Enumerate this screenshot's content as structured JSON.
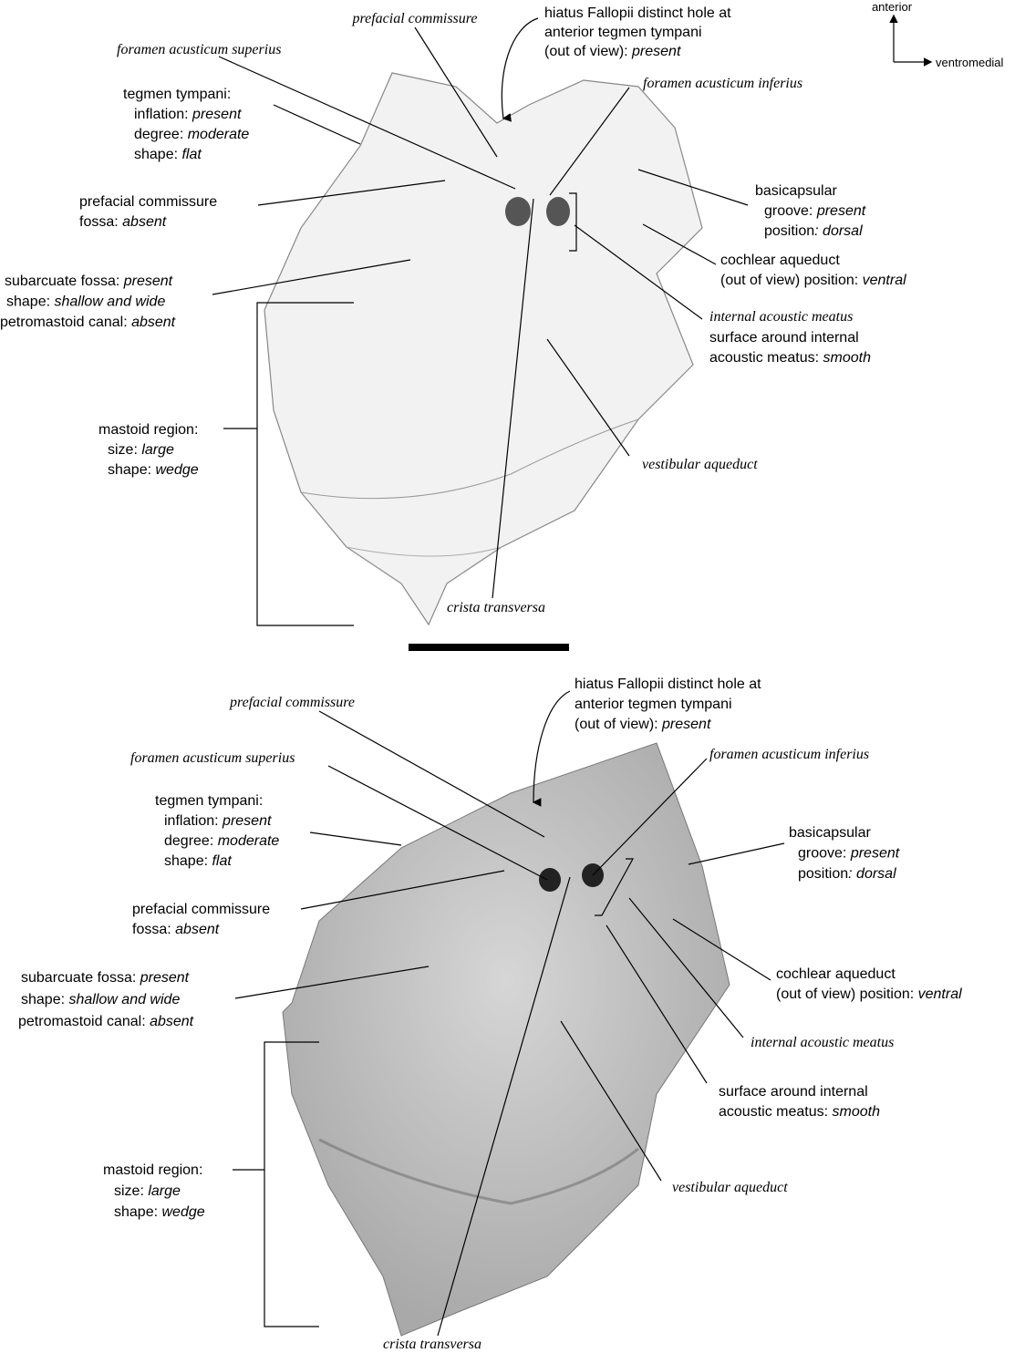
{
  "compass": {
    "up": "anterior",
    "right": "ventromedial"
  },
  "top": {
    "prefacial_commissure": [
      [
        "",
        "prefacial commissure"
      ]
    ],
    "hiatus": [
      [
        "hiatus Fallopii distinct hole at",
        ""
      ],
      [
        "anterior tegmen tympani",
        ""
      ],
      [
        "(out of view): ",
        "present"
      ]
    ],
    "foramen_superius": [
      [
        "",
        "foramen acusticum superius"
      ]
    ],
    "foramen_inferius": [
      [
        "",
        "foramen acusticum inferius"
      ]
    ],
    "tegmen": [
      [
        "tegmen tympani:",
        ""
      ],
      [
        "inflation: ",
        "present"
      ],
      [
        "degree: ",
        "moderate"
      ],
      [
        "shape: ",
        "flat"
      ]
    ],
    "basicapsular": [
      [
        "basicapsular",
        ""
      ],
      [
        "groove: ",
        "present"
      ],
      [
        "position",
        ": dorsal"
      ]
    ],
    "prefacial_fossa": [
      [
        "prefacial commissure",
        ""
      ],
      [
        "fossa: ",
        "absent"
      ]
    ],
    "cochlear": [
      [
        "cochlear aqueduct",
        ""
      ],
      [
        "(out of view) position: ",
        "ventral"
      ]
    ],
    "subarcuate": [
      [
        "subarcuate fossa: ",
        "present"
      ],
      [
        "shape: ",
        "shallow and wide"
      ],
      [
        "petromastoid canal: ",
        "absent"
      ]
    ],
    "internal_meatus": [
      [
        "",
        "internal acoustic meatus"
      ]
    ],
    "surface": [
      [
        "surface around internal",
        ""
      ],
      [
        "acoustic meatus: ",
        "smooth"
      ]
    ],
    "mastoid": [
      [
        "mastoid region:",
        ""
      ],
      [
        "size: ",
        "large"
      ],
      [
        "shape: ",
        "wedge"
      ]
    ],
    "vestibular": [
      [
        "",
        "vestibular aqueduct"
      ]
    ],
    "crista": [
      [
        "",
        "crista transversa"
      ]
    ]
  },
  "bottom": {
    "prefacial_commissure": [
      [
        "",
        "prefacial commissure"
      ]
    ],
    "hiatus": [
      [
        "hiatus Fallopii distinct hole at",
        ""
      ],
      [
        "anterior tegmen tympani",
        ""
      ],
      [
        "(out of view): ",
        "present"
      ]
    ],
    "foramen_superius": [
      [
        "",
        "foramen acusticum superius"
      ]
    ],
    "foramen_inferius": [
      [
        "",
        "foramen acusticum inferius"
      ]
    ],
    "tegmen": [
      [
        "tegmen tympani:",
        ""
      ],
      [
        "inflation: ",
        "present"
      ],
      [
        "degree: ",
        "moderate"
      ],
      [
        "shape: ",
        "flat"
      ]
    ],
    "basicapsular": [
      [
        "basicapsular",
        ""
      ],
      [
        "groove: ",
        "present"
      ],
      [
        "position",
        ": dorsal"
      ]
    ],
    "prefacial_fossa": [
      [
        "prefacial commissure",
        ""
      ],
      [
        "fossa: ",
        "absent"
      ]
    ],
    "cochlear": [
      [
        "cochlear aqueduct",
        ""
      ],
      [
        "(out of view) position: ",
        "ventral"
      ]
    ],
    "subarcuate": [
      [
        "subarcuate fossa: ",
        "present"
      ],
      [
        "shape: ",
        "shallow and wide"
      ],
      [
        "petromastoid canal: ",
        "absent"
      ]
    ],
    "internal_meatus": [
      [
        "",
        "internal acoustic meatus"
      ]
    ],
    "surface": [
      [
        "surface around internal",
        ""
      ],
      [
        "acoustic meatus: ",
        "smooth"
      ]
    ],
    "mastoid": [
      [
        "mastoid region:",
        ""
      ],
      [
        "size: ",
        "large"
      ],
      [
        "shape: ",
        "wedge"
      ]
    ],
    "vestibular": [
      [
        "",
        "vestibular aqueduct"
      ]
    ],
    "crista": [
      [
        "",
        "crista transversa"
      ]
    ]
  }
}
